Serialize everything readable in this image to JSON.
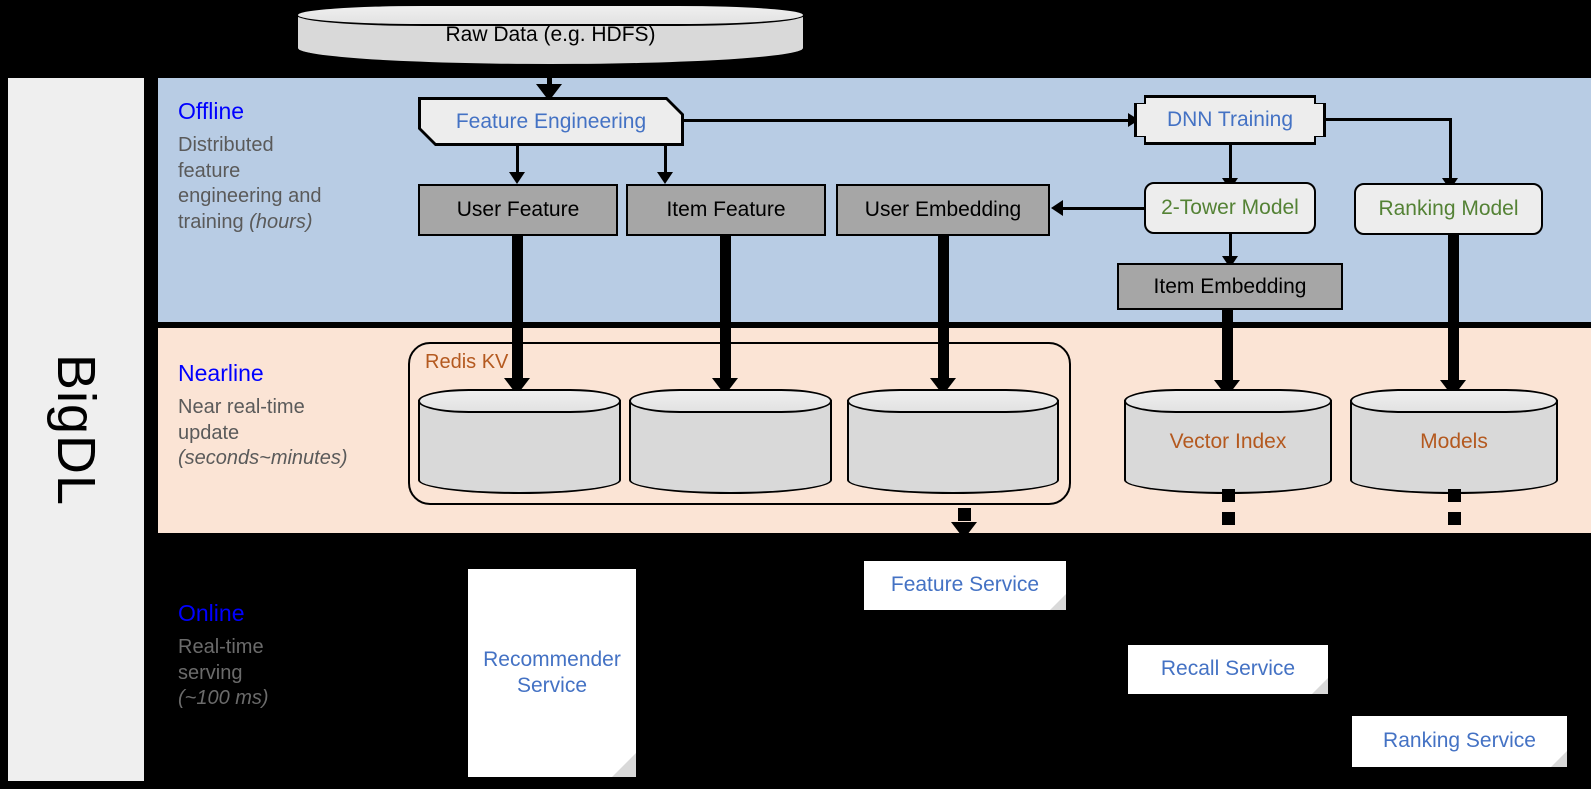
{
  "platform": {
    "name": "BigDL"
  },
  "bands": [
    {
      "id": "offline",
      "title": "Offline",
      "desc_line1": "Distributed",
      "desc_line2": "feature",
      "desc_line3": "engineering and",
      "desc_line4": "training ",
      "desc_italic": "(hours)",
      "bg_color": "#b8cce4"
    },
    {
      "id": "nearline",
      "title": "Nearline",
      "desc_line1": "Near real-time",
      "desc_line2": "update",
      "desc_italic": "(seconds~minutes)",
      "bg_color": "#fbe4d5"
    },
    {
      "id": "online",
      "title": "Online",
      "desc_line1": "Real-time",
      "desc_line2": "serving",
      "desc_italic": "(~100 ms)",
      "bg_color": "#000000"
    }
  ],
  "nodes": {
    "raw_data": "Raw Data (e.g. HDFS)",
    "feature_engineering": "Feature Engineering",
    "dnn_training": "DNN Training",
    "user_feature": "User Feature",
    "item_feature": "Item Feature",
    "user_embedding": "User Embedding",
    "two_tower_model": "2-Tower Model",
    "ranking_model": "Ranking Model",
    "item_embedding": "Item Embedding",
    "redis_kv": "Redis KV",
    "vector_index": "Vector Index",
    "models": "Models",
    "feature_service": "Feature Service",
    "recommender_service_l1": "Recommender",
    "recommender_service_l2": "Service",
    "recall_service": "Recall Service",
    "ranking_service": "Ranking Service"
  },
  "colors": {
    "title_blue": "#0000ff",
    "text_blue": "#4472c4",
    "text_green": "#548235",
    "text_brown": "#b4591f",
    "gray_box": "#a6a6a6",
    "process_box": "#ededed",
    "cylinder": "#d9d9d9",
    "offline_band": "#b8cce4",
    "nearline_band": "#fbe4d5",
    "online_band": "#000000",
    "rail": "#efefef"
  }
}
